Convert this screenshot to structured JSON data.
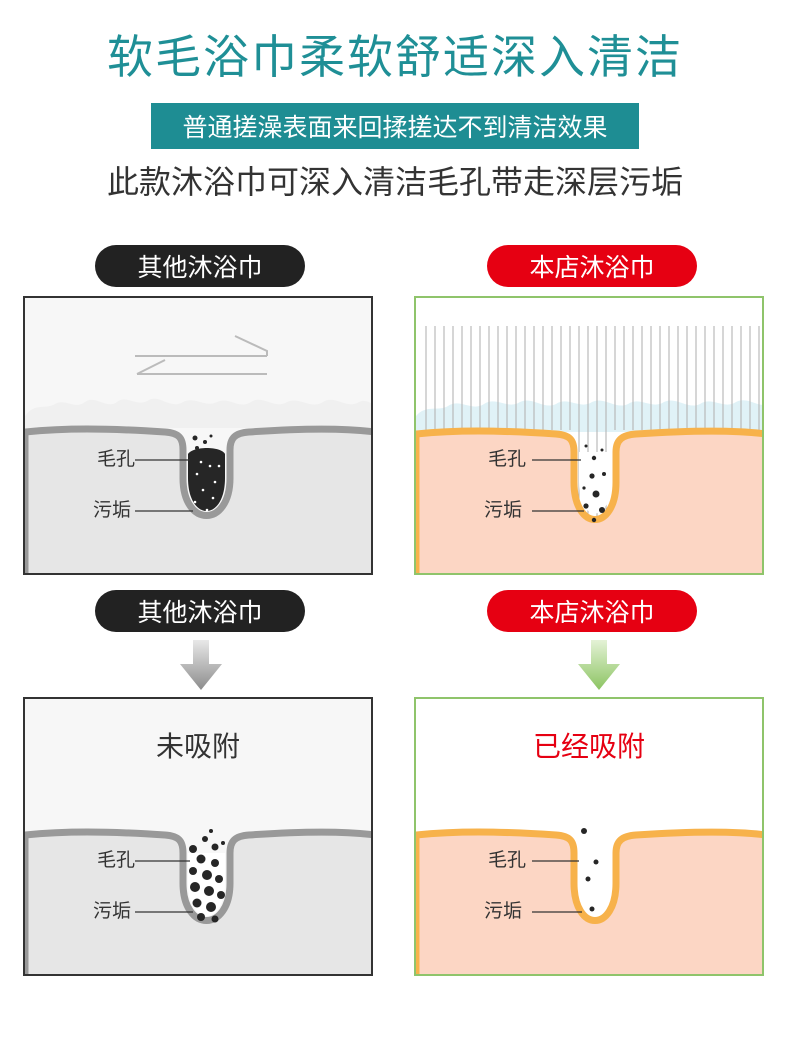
{
  "header": {
    "title": "软毛浴巾柔软舒适深入清洁",
    "banner": "普通搓澡表面来回揉搓达不到清洁效果",
    "subtitle": "此款沐浴巾可深入清洁毛孔带走深层污垢"
  },
  "colors": {
    "title": "#1f8f96",
    "banner_bg": "#1e8d93",
    "dark_pill": "#222222",
    "red_pill": "#e60012",
    "green_border": "#8fc46b",
    "skin_orange": "#f7b24b",
    "skin_pink": "#fcd6c4",
    "grey_skin": "#e6e6e6"
  },
  "left": {
    "badge_top": "其他沐浴巾",
    "badge_bottom": "其他沐浴巾",
    "pore_label": "毛孔",
    "dirt_label": "污垢",
    "pore_label_2": "毛孔",
    "dirt_label_2": "污垢",
    "result": "未吸附",
    "icons": [
      "rubbing-arrows-icon",
      "down-arrow-icon"
    ]
  },
  "right": {
    "badge_top": "本店沐浴巾",
    "badge_bottom": "本店沐浴巾",
    "pore_label": "毛孔",
    "dirt_label": "污垢",
    "pore_label_2": "毛孔",
    "dirt_label_2": "污垢",
    "result": "已经吸附",
    "icons": [
      "towel-fibers-icon",
      "down-arrow-icon"
    ]
  }
}
